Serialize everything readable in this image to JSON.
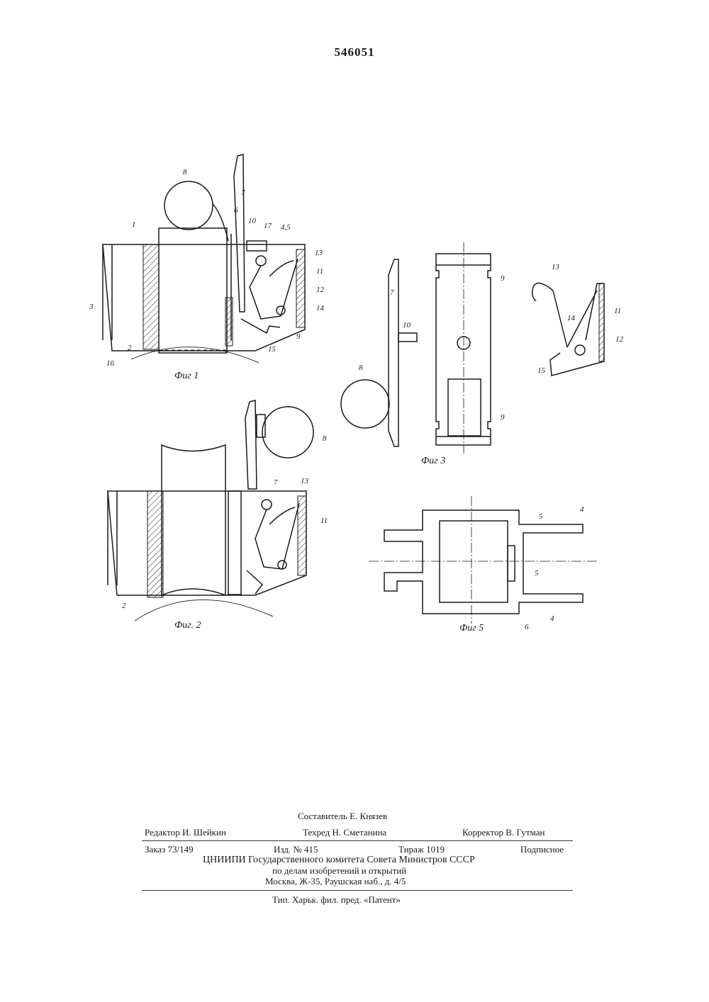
{
  "patent_number": "546051",
  "figures": {
    "fig1_caption": "Фиг 1",
    "fig2_caption": "Фиг. 2",
    "fig3_caption": "Фиг 3",
    "fig5_caption": "Фиг 5",
    "fig1_labels": [
      "8",
      "7",
      "6",
      "10",
      "17",
      "4,5",
      "1",
      "13",
      "11",
      "12",
      "3",
      "14",
      "2",
      "9",
      "15",
      "16"
    ],
    "fig2_labels": [
      "8",
      "7",
      "13",
      "11",
      "2"
    ],
    "fig3_labels": [
      "7",
      "9",
      "10",
      "8",
      "9",
      "13",
      "14",
      "11",
      "12",
      "15"
    ],
    "fig5_labels": [
      "4",
      "5",
      "5",
      "4",
      "6"
    ]
  },
  "colophon": {
    "compiler": "Составитель Е. Князев",
    "editor": "Редактор И. Шейкин",
    "techred": "Техред Н. Сметанина",
    "corrector": "Корректор В. Гутман",
    "order": "Заказ 73/149",
    "edition": "Изд. № 415",
    "circulation": "Тираж 1019",
    "subscription": "Подписное",
    "org_line1": "ЦНИИПИ Государственного комитета Совета Министров СССР",
    "org_line2": "по делам изобретений и открытий",
    "address": "Москва, Ж-35, Раушская наб., д. 4/5",
    "printer": "Тип. Харьк. фил. пред. «Патент»"
  }
}
